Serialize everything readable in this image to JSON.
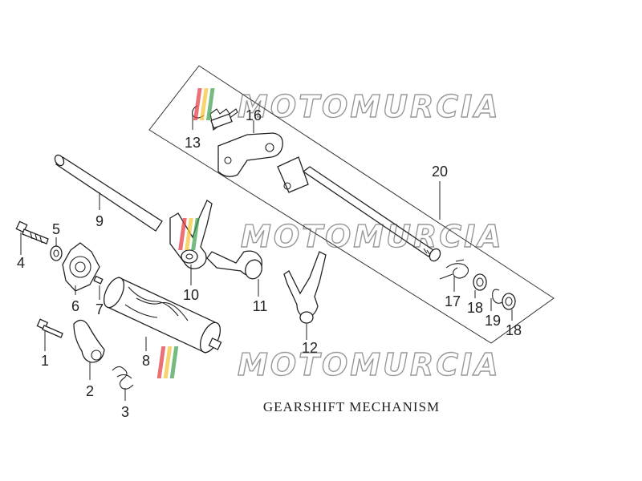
{
  "title": "GEARSHIFT MECHANISM",
  "watermark": "MOTOMURCIA",
  "watermark_colors": [
    "#e4343a",
    "#f2c230",
    "#3a9d4a"
  ],
  "labels": {
    "p1": "1",
    "p2": "2",
    "p3": "3",
    "p4": "4",
    "p5": "5",
    "p6": "6",
    "p7": "7",
    "p8": "8",
    "p9": "9",
    "p10": "10",
    "p11": "11",
    "p12": "12",
    "p13": "13",
    "p16": "16",
    "p17": "17",
    "p18a": "18",
    "p18b": "18",
    "p19": "19",
    "p20": "20"
  }
}
